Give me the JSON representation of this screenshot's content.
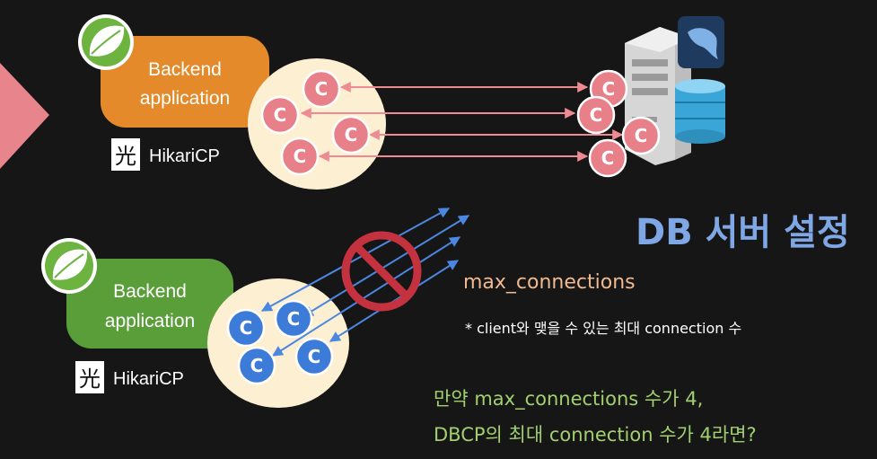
{
  "top_app": {
    "label_line1": "Backend",
    "label_line2": "application",
    "pool_name": "HikariCP",
    "pool_logo_char": "光",
    "connection_letter": "C",
    "color": "#e48a2a"
  },
  "bottom_app": {
    "label_line1": "Backend",
    "label_line2": "application",
    "pool_name": "HikariCP",
    "pool_logo_char": "光",
    "connection_letter": "C",
    "color": "#5a9e3a"
  },
  "server": {
    "connection_letter": "C",
    "icons": [
      "server-tower-icon",
      "mysql-dolphin-icon",
      "database-cylinder-icon"
    ]
  },
  "heading": "DB 서버 설정",
  "setting_name": "max_connections",
  "setting_note": "* client와 맺을 수 있는 최대 connection 수",
  "question_line1": "만약 max_connections 수가 4,",
  "question_line2": "DBCP의 최대 connection 수가 4라면?",
  "colors": {
    "background": "#161616",
    "heading": "#7fa7e6",
    "setting_name": "#f0b98f",
    "question": "#a2d06f",
    "top_connection": "#e8808a",
    "bottom_connection": "#3d7bd8",
    "pool_bubble": "#fdf0d2",
    "prohibited": "#c4313f"
  }
}
